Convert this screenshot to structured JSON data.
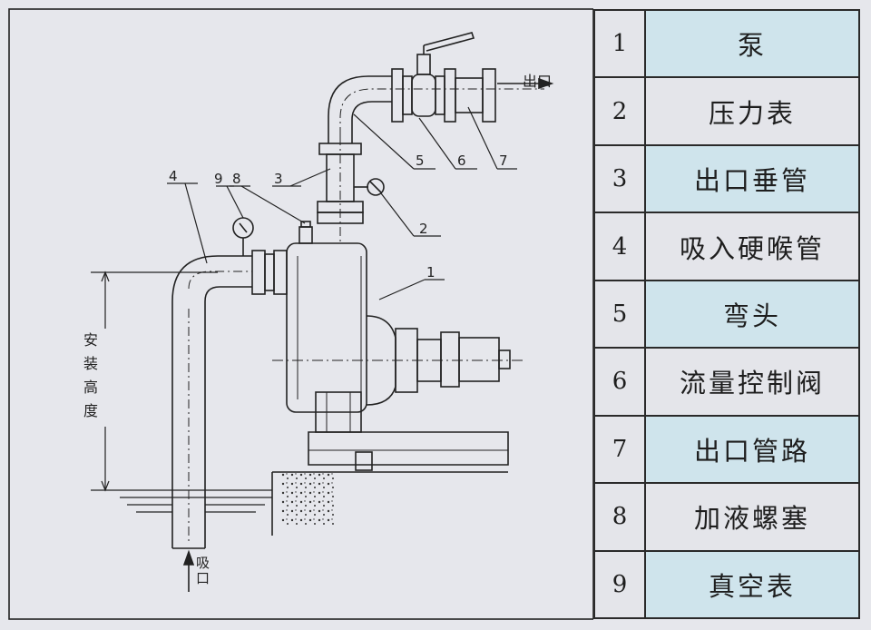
{
  "diagram": {
    "outlet_label": "出口",
    "inlet_label": "吸口",
    "install_height_label": [
      "安",
      "装",
      "高",
      "度"
    ],
    "callouts": [
      "1",
      "2",
      "3",
      "4",
      "5",
      "6",
      "7",
      "8",
      "9"
    ]
  },
  "legend": [
    {
      "num": "1",
      "name": "泵"
    },
    {
      "num": "2",
      "name": "压力表"
    },
    {
      "num": "3",
      "name": "出口垂管"
    },
    {
      "num": "4",
      "name": "吸入硬喉管"
    },
    {
      "num": "5",
      "name": "弯头"
    },
    {
      "num": "6",
      "name": "流量控制阀"
    },
    {
      "num": "7",
      "name": "出口管路"
    },
    {
      "num": "8",
      "name": "加液螺塞"
    },
    {
      "num": "9",
      "name": "真空表"
    }
  ]
}
